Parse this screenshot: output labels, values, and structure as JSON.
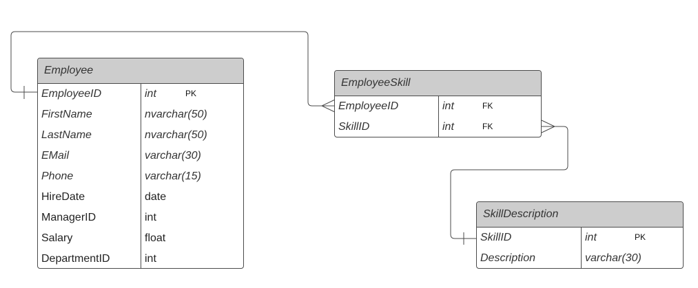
{
  "entities": {
    "employee": {
      "title": "Employee",
      "columns": [
        {
          "name": "EmployeeID",
          "type": "int",
          "key": "PK"
        },
        {
          "name": "FirstName",
          "type": "nvarchar(50)",
          "key": ""
        },
        {
          "name": "LastName",
          "type": "nvarchar(50)",
          "key": ""
        },
        {
          "name": "EMail",
          "type": "varchar(30)",
          "key": ""
        },
        {
          "name": "Phone",
          "type": "varchar(15)",
          "key": ""
        },
        {
          "name": "HireDate",
          "type": "date",
          "key": ""
        },
        {
          "name": "ManagerID",
          "type": "int",
          "key": ""
        },
        {
          "name": "Salary",
          "type": "float",
          "key": ""
        },
        {
          "name": "DepartmentID",
          "type": "int",
          "key": ""
        }
      ]
    },
    "employee_skill": {
      "title": "EmployeeSkill",
      "columns": [
        {
          "name": "EmployeeID",
          "type": "int",
          "key": "FK"
        },
        {
          "name": "SkillID",
          "type": "int",
          "key": "FK"
        }
      ]
    },
    "skill_description": {
      "title": "SkillDescription",
      "columns": [
        {
          "name": "SkillID",
          "type": "int",
          "key": "PK"
        },
        {
          "name": "Description",
          "type": "varchar(30)",
          "key": ""
        }
      ]
    }
  },
  "relationships": [
    {
      "from": "Employee.EmployeeID",
      "to": "EmployeeSkill.EmployeeID",
      "from_end": "one",
      "to_end": "many"
    },
    {
      "from": "SkillDescription.SkillID",
      "to": "EmployeeSkill.SkillID",
      "from_end": "one",
      "to_end": "many"
    }
  ],
  "colors": {
    "header": "#cdcdcd",
    "line": "#4a4a4a"
  }
}
